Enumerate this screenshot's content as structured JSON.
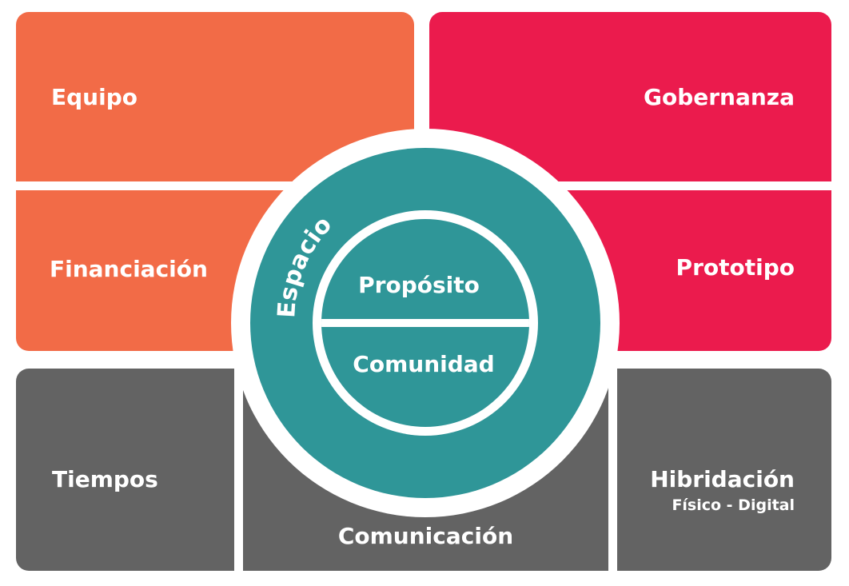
{
  "tiles": {
    "equipo": "Equipo",
    "gobernanza": "Gobernanza",
    "financiacion": "Financiación",
    "prototipo": "Prototipo",
    "tiempos": "Tiempos",
    "comunicacion": "Comunicación",
    "hibridacion": "Hibridación",
    "hibridacion_sub": "Físico - Digital"
  },
  "center": {
    "ring_label": "Espacio",
    "top_label": "Propósito",
    "bottom_label": "Comunidad"
  },
  "colors": {
    "orange": "#f26b47",
    "red": "#eb1b4d",
    "gray": "#636363",
    "teal": "#2f9698",
    "white": "#ffffff"
  }
}
